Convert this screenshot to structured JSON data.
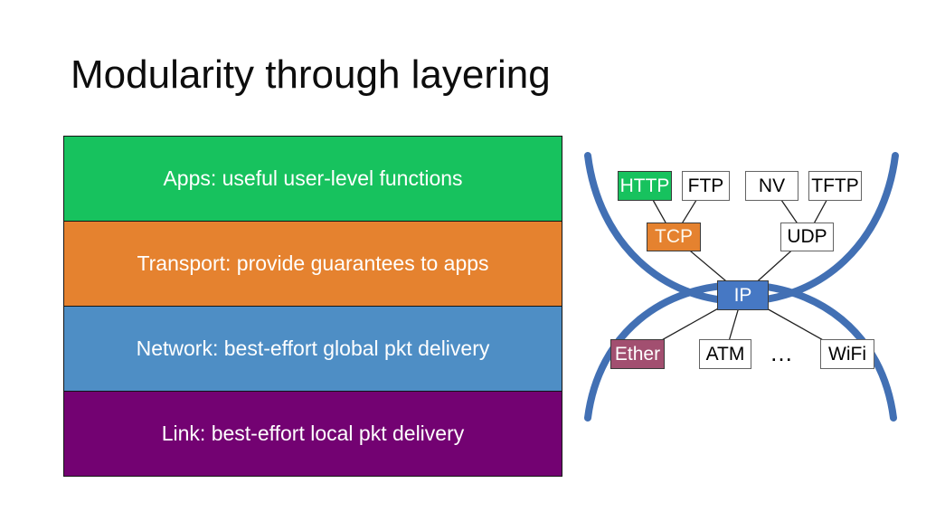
{
  "slide": {
    "title": "Modularity through layering"
  },
  "layers": [
    {
      "name": "apps",
      "label": "Apps: useful user-level functions",
      "color": "#17c25e",
      "text_color": "#ffffff"
    },
    {
      "name": "transport",
      "label": "Transport: provide guarantees to apps",
      "color": "#e5822f",
      "text_color": "#ffffff"
    },
    {
      "name": "network",
      "label": "Network: best-effort global pkt delivery",
      "color": "#4e8ec5",
      "text_color": "#ffffff"
    },
    {
      "name": "link",
      "label": "Link: best-effort local pkt delivery",
      "color": "#730272",
      "text_color": "#ffffff"
    }
  ],
  "diagram": {
    "curve_color": "#4270b4",
    "edge_color": "#202020",
    "nodes": {
      "http": {
        "label": "HTTP",
        "fill": "#17c25e",
        "text_color": "#ffffff"
      },
      "ftp": {
        "label": "FTP",
        "fill": "#ffffff",
        "text_color": "#000000"
      },
      "nv": {
        "label": "NV",
        "fill": "#ffffff",
        "text_color": "#000000"
      },
      "tftp": {
        "label": "TFTP",
        "fill": "#ffffff",
        "text_color": "#000000"
      },
      "tcp": {
        "label": "TCP",
        "fill": "#e5822f",
        "text_color": "#fdf8ee"
      },
      "udp": {
        "label": "UDP",
        "fill": "#ffffff",
        "text_color": "#000000"
      },
      "ip": {
        "label": "IP",
        "fill": "#4678c4",
        "text_color": "#ffffff"
      },
      "ether": {
        "label": "Ether",
        "fill": "#a24f70",
        "text_color": "#ffffff"
      },
      "atm": {
        "label": "ATM",
        "fill": "#ffffff",
        "text_color": "#000000"
      },
      "dots": {
        "label": "…",
        "fill": "none",
        "text_color": "#000000"
      },
      "wifi": {
        "label": "WiFi",
        "fill": "#ffffff",
        "text_color": "#000000"
      }
    },
    "edges": [
      {
        "from": "HTTP",
        "to": "TCP"
      },
      {
        "from": "FTP",
        "to": "TCP"
      },
      {
        "from": "NV",
        "to": "UDP"
      },
      {
        "from": "TFTP",
        "to": "UDP"
      },
      {
        "from": "TCP",
        "to": "IP"
      },
      {
        "from": "UDP",
        "to": "IP"
      },
      {
        "from": "IP",
        "to": "Ether"
      },
      {
        "from": "IP",
        "to": "ATM"
      },
      {
        "from": "IP",
        "to": "WiFi"
      }
    ]
  }
}
